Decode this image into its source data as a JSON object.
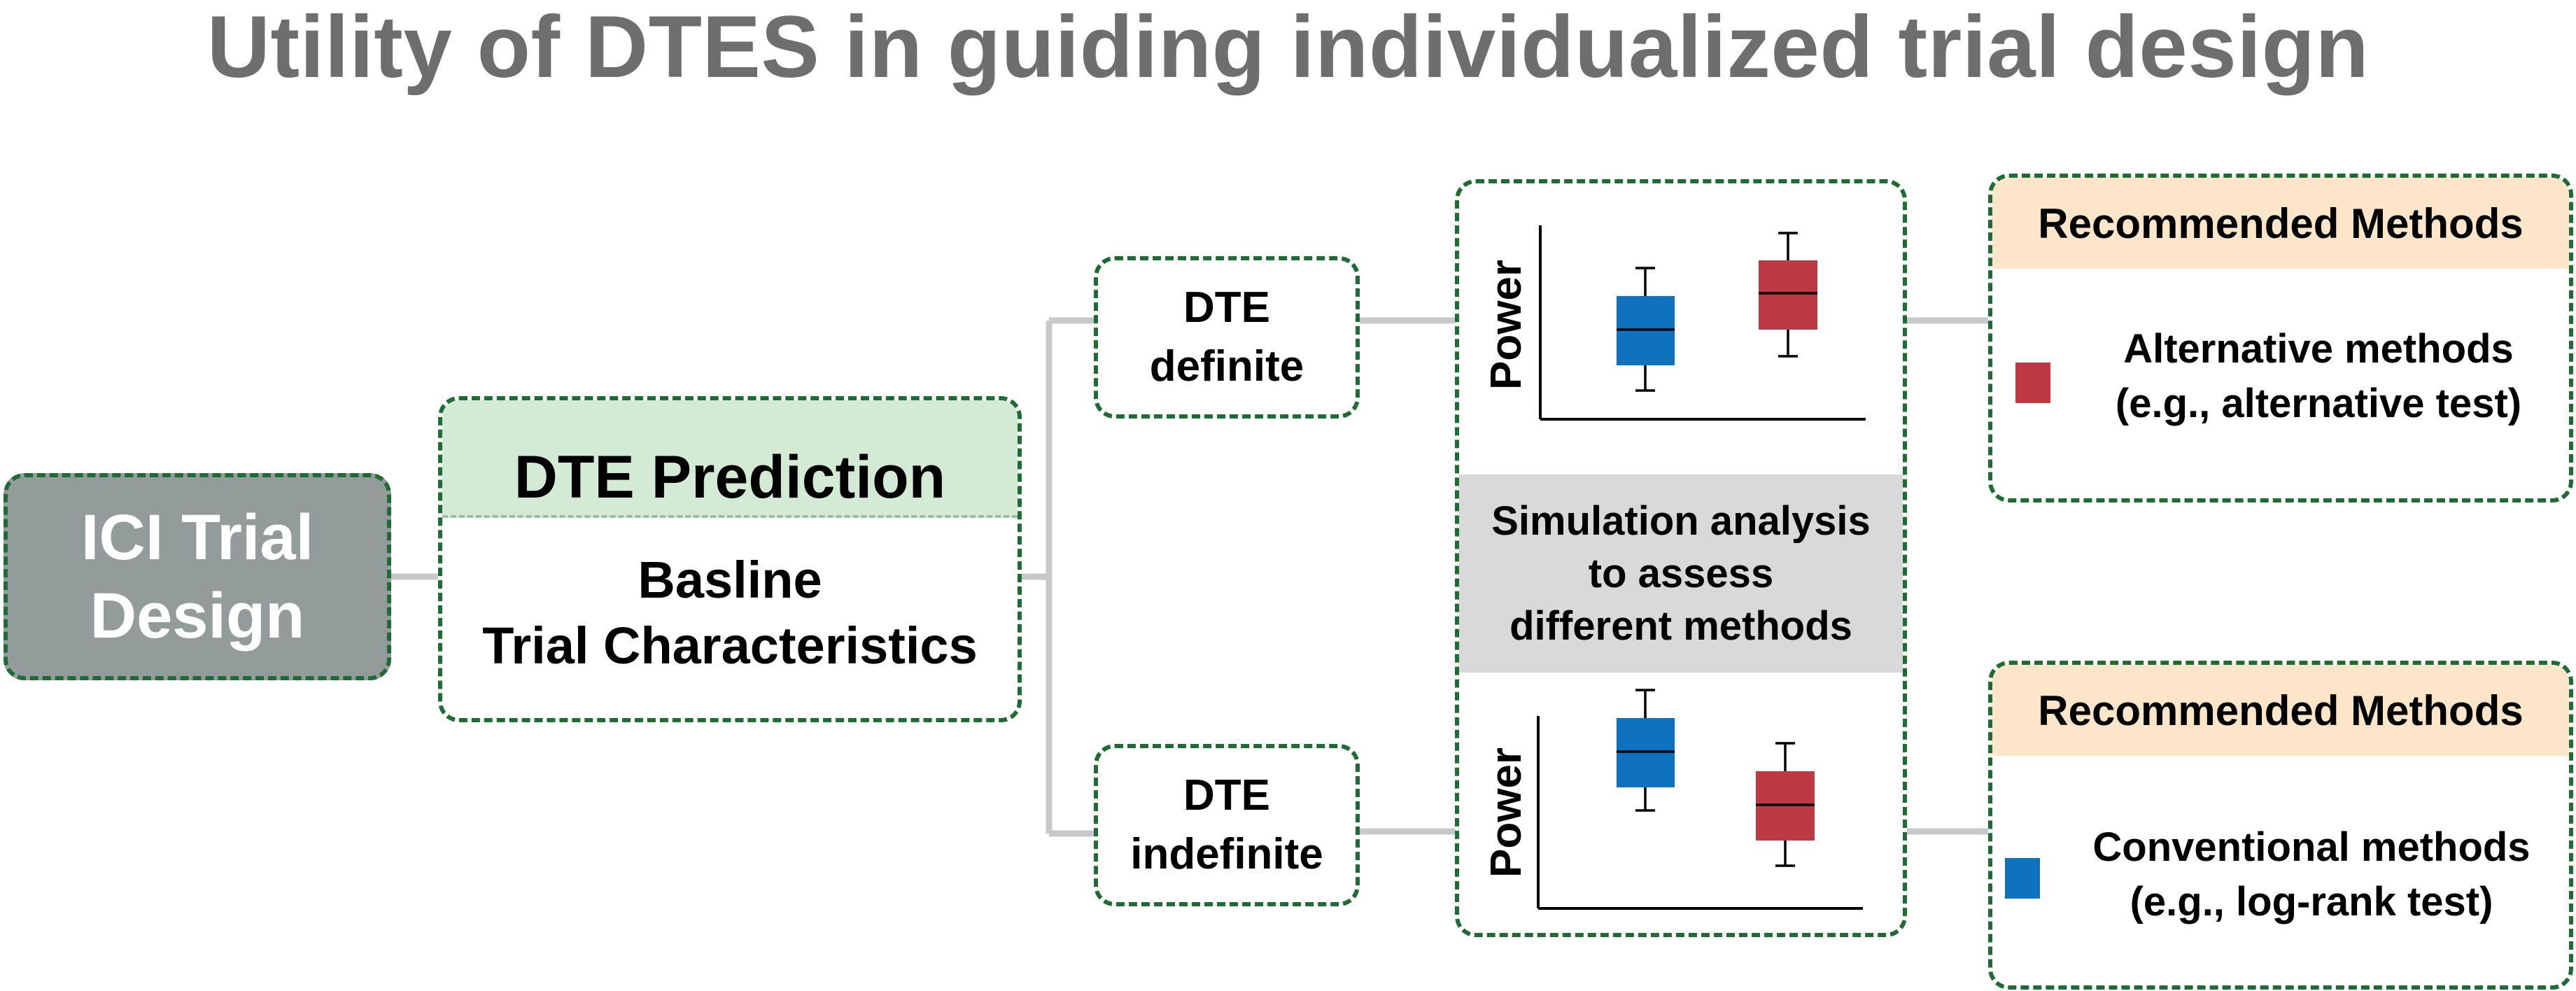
{
  "title": "Utility of DTES in guiding individualized trial design",
  "ici_box": {
    "line1": "ICI Trial",
    "line2": "Design"
  },
  "prediction_box": {
    "header": "DTE Prediction",
    "line1": "Basline",
    "line2": "Trial Characteristics"
  },
  "dte_definite": {
    "line1": "DTE",
    "line2": "definite"
  },
  "dte_indefinite": {
    "line1": "DTE",
    "line2": "indefinite"
  },
  "simulation": {
    "line1": "Simulation analysis",
    "line2": "to assess",
    "line3": "different methods"
  },
  "power_plots": {
    "axis_label": "Power"
  },
  "recommend_top": {
    "header": "Recommended Methods",
    "line1": "Alternative methods",
    "line2": "(e.g., alternative test)"
  },
  "recommend_bottom": {
    "header": "Recommended Methods",
    "line1": "Conventional methods",
    "line2": "(e.g., log-rank test)"
  },
  "colors": {
    "title_gray": "#6e6e6e",
    "border_green": "#1e6b33",
    "ici_gray": "#949c9b",
    "prediction_header_green": "#d3ead4",
    "simulation_gray": "#d9d9d9",
    "recommend_header_peach": "#fce5c8",
    "conventional_blue": "#0e72bf",
    "alternative_red": "#bd3a45",
    "connector_gray": "#c8c8c8"
  }
}
